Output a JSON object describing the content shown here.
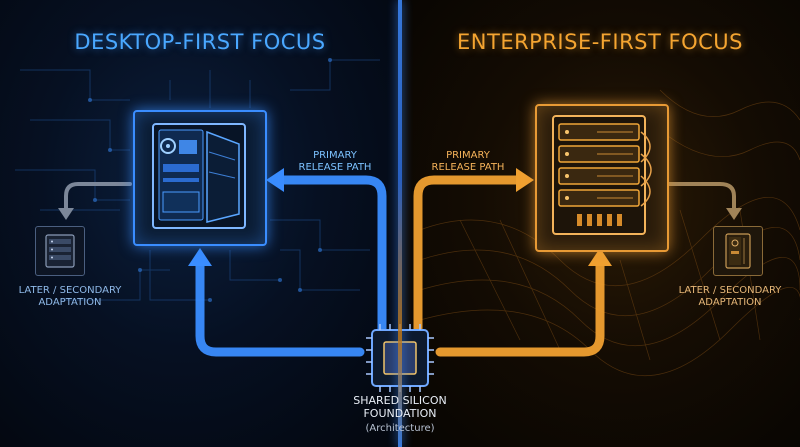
{
  "headings": {
    "left": "DESKTOP-FIRST FOCUS",
    "right": "ENTERPRISE-FIRST FOCUS"
  },
  "labels": {
    "primary_left_line1": "PRIMARY",
    "primary_left_line2": "RELEASE PATH",
    "primary_right_line1": "PRIMARY",
    "primary_right_line2": "RELEASE PATH",
    "later_left_line1": "LATER / SECONDARY",
    "later_left_line2": "ADAPTATION",
    "later_right_line1": "LATER / SECONDARY",
    "later_right_line2": "ADAPTATION",
    "shared_line1": "SHARED SILICON",
    "shared_line2": "FOUNDATION",
    "shared_line3": "(Architecture)"
  },
  "icons": {
    "desktop": "desktop-tower-icon",
    "server": "server-rack-icon",
    "chip": "cpu-chip-icon",
    "small_server": "small-server-icon",
    "small_desktop": "small-desktop-icon"
  },
  "colors": {
    "blue_accent": "#3a8dff",
    "orange_accent": "#f0a030",
    "background": "#05070c"
  }
}
